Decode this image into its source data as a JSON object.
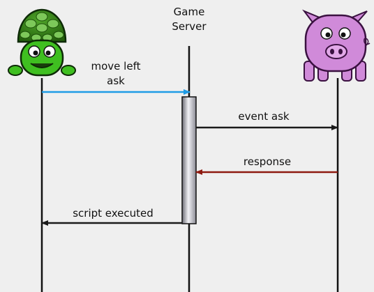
{
  "participants": {
    "turtle": {
      "icon": "turtle-icon"
    },
    "server": {
      "line1": "Game",
      "line2": "Server"
    },
    "pig": {
      "icon": "pig-icon"
    }
  },
  "messages": [
    {
      "line1": "move left",
      "line2": "ask",
      "from": "turtle",
      "to": "server",
      "color": "#1e9be5"
    },
    {
      "line1": "event ask",
      "from": "server",
      "to": "pig",
      "color": "#1a1a1a"
    },
    {
      "line1": "response",
      "from": "pig",
      "to": "server",
      "color": "#8e1a10"
    },
    {
      "line1": "script executed",
      "from": "server",
      "to": "turtle",
      "color": "#1a1a1a"
    }
  ],
  "colors": {
    "background": "#efefef",
    "lifeline": "#111111",
    "turtle_shell": "#2e7d0f",
    "turtle_body": "#3fbf20",
    "pig_body": "#d08ad9"
  }
}
